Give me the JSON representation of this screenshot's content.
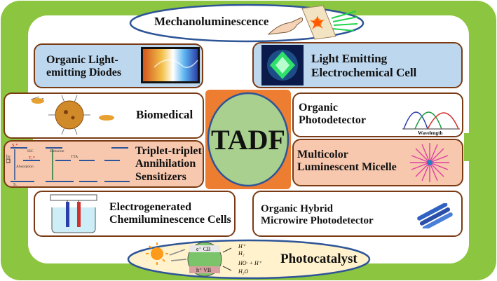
{
  "diagram": {
    "center_label": "TADF",
    "top_ellipse": {
      "label": "Mechanoluminescence"
    },
    "bottom_ellipse": {
      "label": "Photocatalyst",
      "equation_lines": [
        "H⁺",
        "H₂",
        "HO· + H⁺",
        "H₂O"
      ],
      "cb_label": "e⁻ CB",
      "vb_label": "h⁺ VB"
    },
    "left_boxes": [
      {
        "id": "oled",
        "label_line1": "Organic Light-",
        "label_line2": "emitting Diodes"
      },
      {
        "id": "biomedical",
        "label_line1": "Biomedical"
      },
      {
        "id": "ttas",
        "label_line1": "Triplet-triplet",
        "label_line2": "Annihilation",
        "label_line3": "Sensitizers"
      },
      {
        "id": "ecl",
        "label_line1": "Electrogenerated",
        "label_line2": "Chemiluminescence Cells"
      }
    ],
    "right_boxes": [
      {
        "id": "lec",
        "label_line1": "Light Emitting",
        "label_line2": "Electrochemical Cell"
      },
      {
        "id": "opd",
        "label_line1": "Organic",
        "label_line2": "Photodetector",
        "graph_axis_label": "Wavelength"
      },
      {
        "id": "micelle",
        "label_line1": "Multicolor",
        "label_line2": "Luminescent Micelle"
      },
      {
        "id": "hybrid",
        "label_line1": "Organic Hybrid",
        "label_line2": "Microwire Photodetector"
      }
    ],
    "tta_scheme": {
      "s1": "S₁*",
      "t1": "T₁*",
      "s0": "S₀",
      "isc": "ISC",
      "emission": "Emission",
      "tta": "TTA",
      "absorption": "Absorption",
      "hv": "hν"
    },
    "colors": {
      "green_frame": "#8cc53f",
      "inner_white": "#ffffff",
      "box_border": "#7a3b14",
      "blue_fill": "#bdd7ee",
      "salmon_fill": "#f7c8ae",
      "center_square": "#ed7d31",
      "center_circle": "#a9d08e",
      "center_circle_border": "#2e5597",
      "yellow_ellipse": "#fff2cc"
    }
  }
}
